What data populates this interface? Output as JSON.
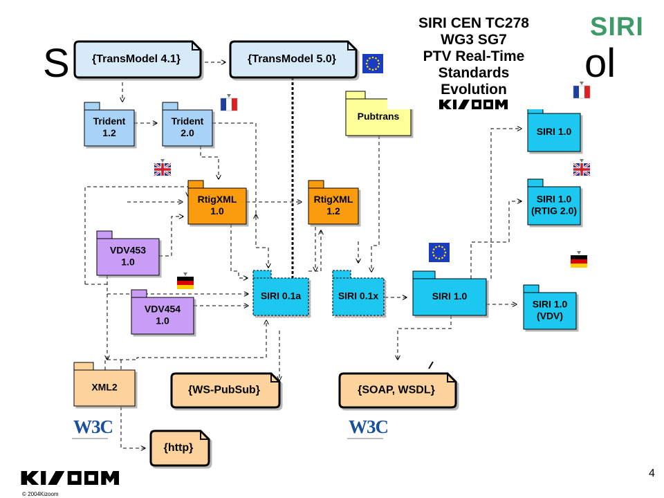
{
  "slide": {
    "title_left": "S",
    "title_right": "ol",
    "logo": "SIRI",
    "page_number": "4",
    "copyright": "© 2004Kizoom"
  },
  "infobox": {
    "lines": [
      "SIRI CEN TC278",
      "WG3 SG7",
      "PTV Real-Time",
      "Standards",
      "Evolution"
    ],
    "company_logo": "kizoom-logo"
  },
  "colors": {
    "blue_light": "#a9d2f7",
    "cyan": "#1ec8f0",
    "orange": "#fa9c10",
    "yellow": "#ffff99",
    "purple": "#c99cf5",
    "peach": "#fcd39c",
    "note_fill": "#fcd39c",
    "note_fill_light": "#d6eaf8"
  },
  "packages": [
    {
      "id": "trident12",
      "lines": [
        "Trident",
        "1.2"
      ],
      "fill": "#a9d2f7",
      "style": "solid"
    },
    {
      "id": "trident20",
      "lines": [
        "Trident",
        "2.0"
      ],
      "fill": "#a9d2f7",
      "style": "solid"
    },
    {
      "id": "rtigxml10",
      "lines": [
        "RtigXML",
        "1.0"
      ],
      "fill": "#fa9c10",
      "style": "solid"
    },
    {
      "id": "rtigxml12",
      "lines": [
        "RtigXML",
        "1.2"
      ],
      "fill": "#fa9c10",
      "style": "solid"
    },
    {
      "id": "pubtrans",
      "lines": [
        "Pubtrans"
      ],
      "fill": "#ffff99",
      "style": "solid"
    },
    {
      "id": "vdv453",
      "lines": [
        "VDV453",
        "1.0"
      ],
      "fill": "#c99cf5",
      "style": "solid"
    },
    {
      "id": "vdv454",
      "lines": [
        "VDV454",
        "1.0"
      ],
      "fill": "#c99cf5",
      "style": "solid"
    },
    {
      "id": "siri01a",
      "lines": [
        "SIRI 0.1a"
      ],
      "fill": "#1ec8f0",
      "style": "dashed"
    },
    {
      "id": "siri01x",
      "lines": [
        "SIRI 0.1x"
      ],
      "fill": "#1ec8f0",
      "style": "dashed"
    },
    {
      "id": "siri10main",
      "lines": [
        "SIRI 1.0"
      ],
      "fill": "#1ec8f0",
      "style": "solid"
    },
    {
      "id": "siri10fr",
      "lines": [
        "SIRI 1.0"
      ],
      "fill": "#1ec8f0",
      "style": "solid"
    },
    {
      "id": "siri10rtig",
      "lines": [
        "SIRI 1.0",
        "(RTIG 2.0)"
      ],
      "fill": "#1ec8f0",
      "style": "solid"
    },
    {
      "id": "siri10vdv",
      "lines": [
        "SIRI 1.0",
        "(VDV)"
      ],
      "fill": "#1ec8f0",
      "style": "solid"
    },
    {
      "id": "xml2",
      "lines": [
        "XML2"
      ],
      "fill": "#fcd39c",
      "style": "solid"
    }
  ],
  "notes": [
    {
      "id": "tm41",
      "label": "{TransModel 4.1}",
      "fill": "#d6eaf8"
    },
    {
      "id": "tm50",
      "label": "{TransModel 5.0}",
      "fill": "#d6eaf8"
    },
    {
      "id": "wspubsub",
      "label": "{WS-PubSub}",
      "fill": "#fcd39c"
    },
    {
      "id": "soapwsdl",
      "label": "{SOAP, WSDL}",
      "fill": "#fcd39c"
    },
    {
      "id": "http",
      "label": "{http}",
      "fill": "#fcd39c"
    }
  ],
  "flags": [
    {
      "id": "fr1",
      "country": "france"
    },
    {
      "id": "fr2",
      "country": "france"
    },
    {
      "id": "uk1",
      "country": "uk"
    },
    {
      "id": "uk2",
      "country": "uk"
    },
    {
      "id": "de1",
      "country": "germany"
    },
    {
      "id": "de2",
      "country": "germany"
    },
    {
      "id": "eu1",
      "country": "eu"
    },
    {
      "id": "eu2",
      "country": "eu"
    }
  ],
  "w3c_logos": [
    {
      "id": "w3c1",
      "label": "W3C"
    },
    {
      "id": "w3c2",
      "label": "W3C"
    }
  ]
}
